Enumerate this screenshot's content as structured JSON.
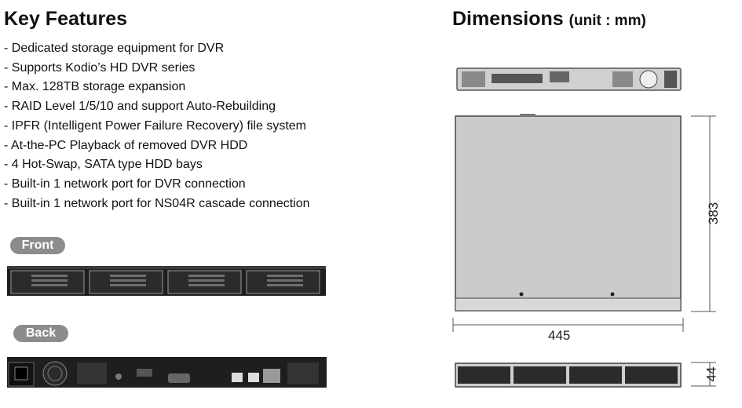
{
  "key_features": {
    "title": "Key Features",
    "items": [
      "- Dedicated storage equipment for DVR",
      "- Supports Kodio’s HD DVR series",
      "- Max. 128TB storage expansion",
      "- RAID Level 1/5/10 and support Auto-Rebuilding",
      "- IPFR (Intelligent Power Failure Recovery) file system",
      "- At-the-PC Playback of removed DVR HDD",
      "- 4 Hot-Swap, SATA type HDD bays",
      "- Built-in 1 network port for DVR connection",
      "- Built-in 1 network port for NS04R cascade connection"
    ]
  },
  "labels": {
    "front": "Front",
    "back": "Back"
  },
  "dimensions": {
    "title": "Dimensions",
    "unit": "(unit : mm)",
    "width": "445",
    "depth": "383",
    "height": "44"
  },
  "colors": {
    "pill": "#8c8c8c",
    "device_dark": "#1e1e1e",
    "panel_gray": "#c9c9c9"
  }
}
